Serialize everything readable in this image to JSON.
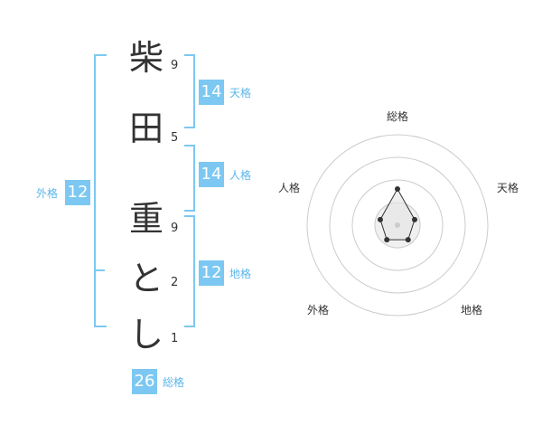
{
  "name_chars": [
    "柴",
    "田",
    "重",
    "と",
    "し"
  ],
  "strokes": [
    "9",
    "5",
    "9",
    "2",
    "1"
  ],
  "fortunes": {
    "tenkaku": {
      "value": "14",
      "label": "天格"
    },
    "jinkaku": {
      "value": "14",
      "label": "人格"
    },
    "chikaku": {
      "value": "12",
      "label": "地格"
    },
    "gaikaku": {
      "value": "12",
      "label": "外格"
    },
    "soukaku": {
      "value": "26",
      "label": "総格"
    }
  },
  "radar": {
    "labels": [
      "総格",
      "天格",
      "地格",
      "外格",
      "人格"
    ],
    "levels": 4,
    "values": [
      2,
      1,
      1,
      1,
      1
    ],
    "max": 5,
    "colors": {
      "ring": "#cccccc",
      "fill": "#e5e5e5",
      "line": "#333333"
    }
  },
  "colors": {
    "accent": "#7cc8f2",
    "accent_text": "#5bb6ea"
  }
}
